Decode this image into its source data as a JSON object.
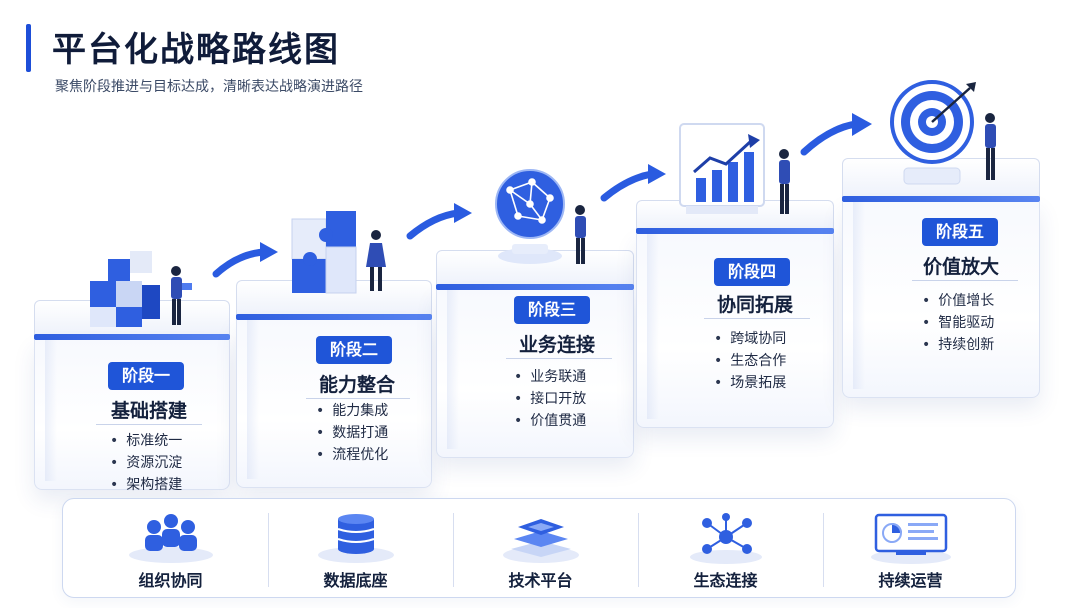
{
  "header": {
    "title": "平台化战略路线图",
    "subtitle": "聚焦阶段推进与目标达成，清晰表达战略演进路径"
  },
  "colors": {
    "accent": "#1f55d8",
    "title": "#101c3a",
    "border": "#cdd8f0"
  },
  "stages": [
    {
      "phase": "阶段一",
      "name": "基础搭建",
      "items": [
        "标准统一",
        "资源沉淀",
        "架构搭建"
      ],
      "icon": "puzzle-cubes-icon"
    },
    {
      "phase": "阶段二",
      "name": "能力整合",
      "items": [
        "能力集成",
        "数据打通",
        "流程优化"
      ],
      "icon": "puzzle-pieces-icon"
    },
    {
      "phase": "阶段三",
      "name": "业务连接",
      "items": [
        "业务联通",
        "接口开放",
        "价值贯通"
      ],
      "icon": "globe-network-icon"
    },
    {
      "phase": "阶段四",
      "name": "协同拓展",
      "items": [
        "跨域协同",
        "生态合作",
        "场景拓展"
      ],
      "icon": "growth-chart-icon"
    },
    {
      "phase": "阶段五",
      "name": "价值放大",
      "items": [
        "价值增长",
        "智能驱动",
        "持续创新"
      ],
      "icon": "target-icon"
    }
  ],
  "pillars": [
    {
      "label": "组织协同",
      "icon": "team-icon"
    },
    {
      "label": "数据底座",
      "icon": "database-icon"
    },
    {
      "label": "技术平台",
      "icon": "layers-icon"
    },
    {
      "label": "生态连接",
      "icon": "network-icon"
    },
    {
      "label": "持续运营",
      "icon": "monitor-icon"
    }
  ]
}
